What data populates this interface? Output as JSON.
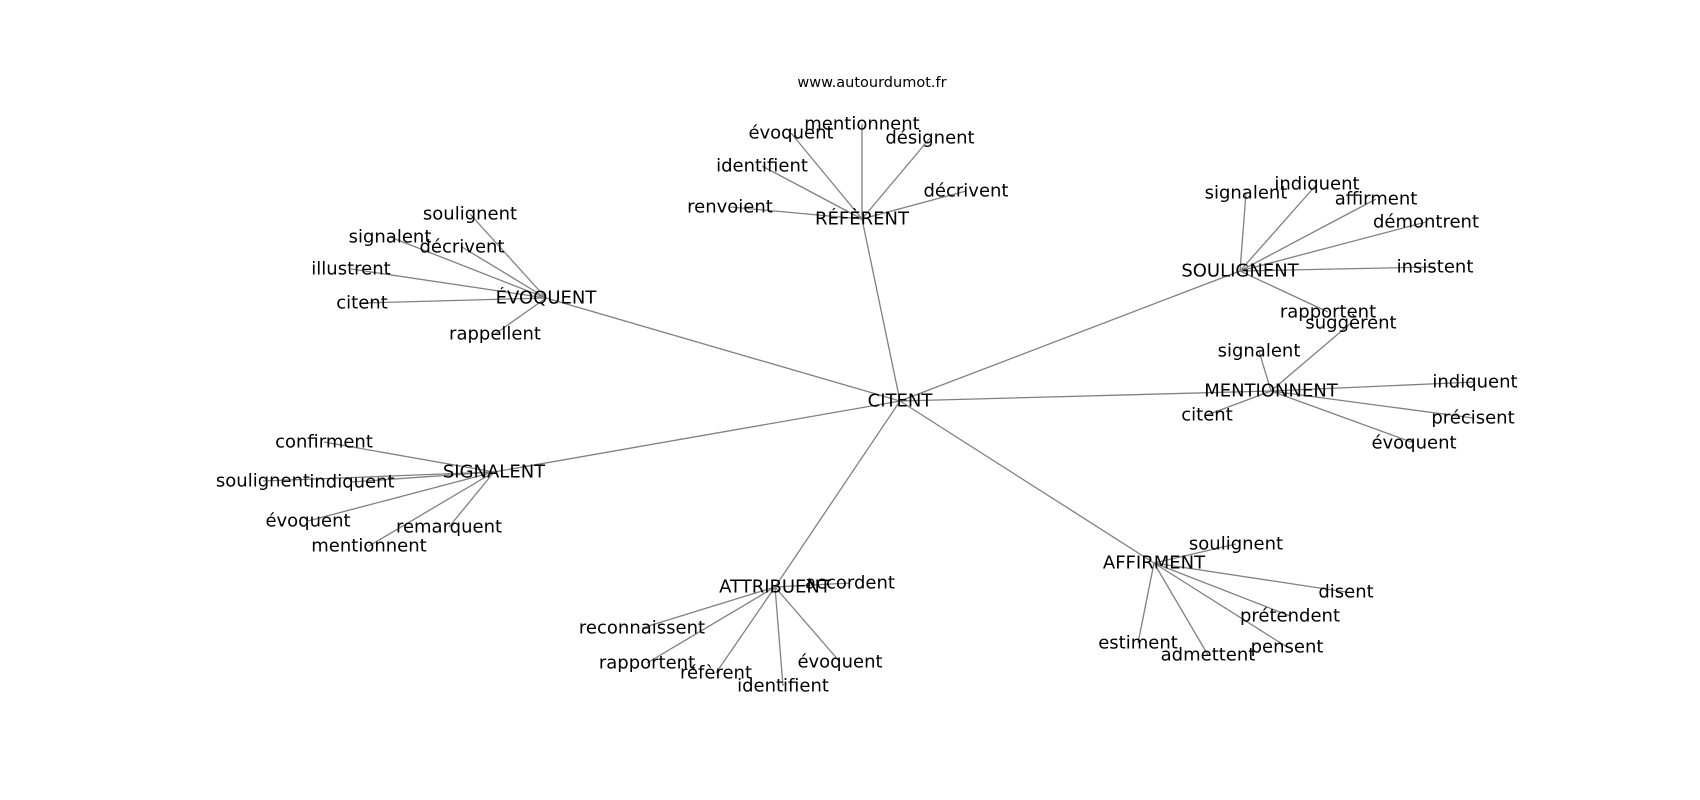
{
  "site": "www.autourdumot.fr",
  "colors": {
    "edge": "#808080",
    "text": "#000000",
    "background": "#ffffff"
  },
  "graph": {
    "root": "CITENT",
    "clusters": [
      {
        "hub": "RÉFÈRENT",
        "leaves": [
          "évoquent",
          "mentionnent",
          "désignent",
          "identifient",
          "décrivent",
          "renvoient"
        ]
      },
      {
        "hub": "ÉVOQUENT",
        "leaves": [
          "soulignent",
          "signalent",
          "décrivent",
          "illustrent",
          "citent",
          "rappellent"
        ]
      },
      {
        "hub": "SOULIGNENT",
        "leaves": [
          "signalent",
          "indiquent",
          "affirment",
          "démontrent",
          "insistent",
          "rapportent"
        ]
      },
      {
        "hub": "MENTIONNENT",
        "leaves": [
          "suggèrent",
          "signalent",
          "indiquent",
          "citent",
          "précisent",
          "évoquent"
        ]
      },
      {
        "hub": "SIGNALENT",
        "leaves": [
          "confirment",
          "soulignent",
          "indiquent",
          "évoquent",
          "remarquent",
          "mentionnent"
        ]
      },
      {
        "hub": "ATTRIBUENT",
        "leaves": [
          "accordent",
          "reconnaissent",
          "rapportent",
          "réfèrent",
          "identifient",
          "évoquent"
        ]
      },
      {
        "hub": "AFFIRMENT",
        "leaves": [
          "soulignent",
          "disent",
          "prétendent",
          "estiment",
          "admettent",
          "pensent"
        ]
      }
    ]
  }
}
